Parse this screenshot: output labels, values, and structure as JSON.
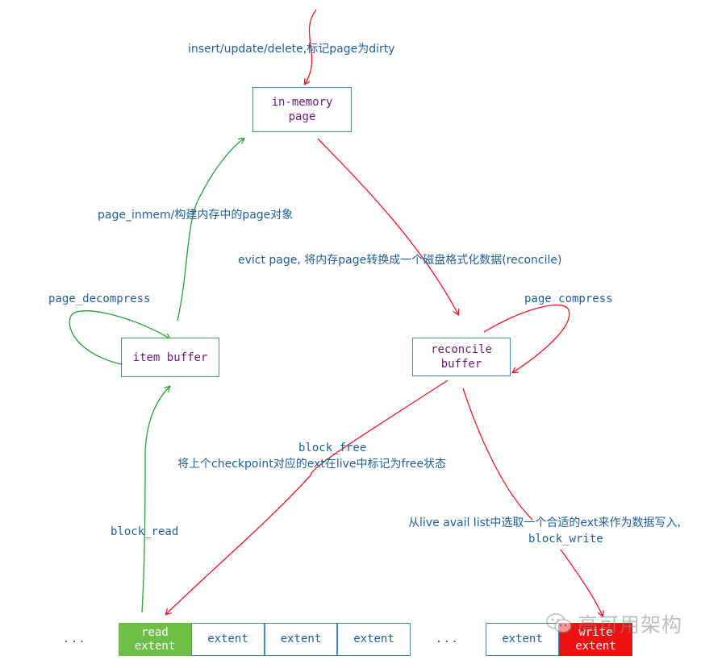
{
  "diagram": {
    "nodes": {
      "in_memory_page": "in-memory\npage",
      "item_buffer": "item buffer",
      "reconcile_buffer": "reconcile\nbuffer"
    },
    "edges": {
      "insert_update_delete": "insert/update/delete,标记page为dirty",
      "page_inmem": "page_inmem/构建内存中的page对象",
      "evict_page": "evict page, 将内存page转换成一个磁盘格式化数据(reconcile)",
      "page_decompress": "page_decompress",
      "page_compress": "page compress",
      "block_free_title": "block_free",
      "block_free_desc": "将上个checkpoint对应的ext在live中标记为free状态",
      "block_read": "block_read",
      "block_write_desc": "从live avail  list中选取一个合适的ext来作为数据写入,",
      "block_write_title": "block_write"
    },
    "extents": {
      "left_ellipsis": "...",
      "read_extent": "read\nextent",
      "extent_1": "extent",
      "extent_2": "extent",
      "extent_3": "extent",
      "middle_ellipsis": "...",
      "extent_4": "extent",
      "write_extent": "write\nextent"
    },
    "colors": {
      "box_border": "#3f88c5",
      "node_text": "#6a1b7a",
      "label_text": "#1f5f96",
      "red_arrow": "#e8192c",
      "green_arrow": "#2a9d3a",
      "read_fill": "#6dbf45",
      "write_fill": "#ee1111"
    }
  },
  "watermark": {
    "icon": "wechat-icon",
    "text": "高可用架构"
  }
}
